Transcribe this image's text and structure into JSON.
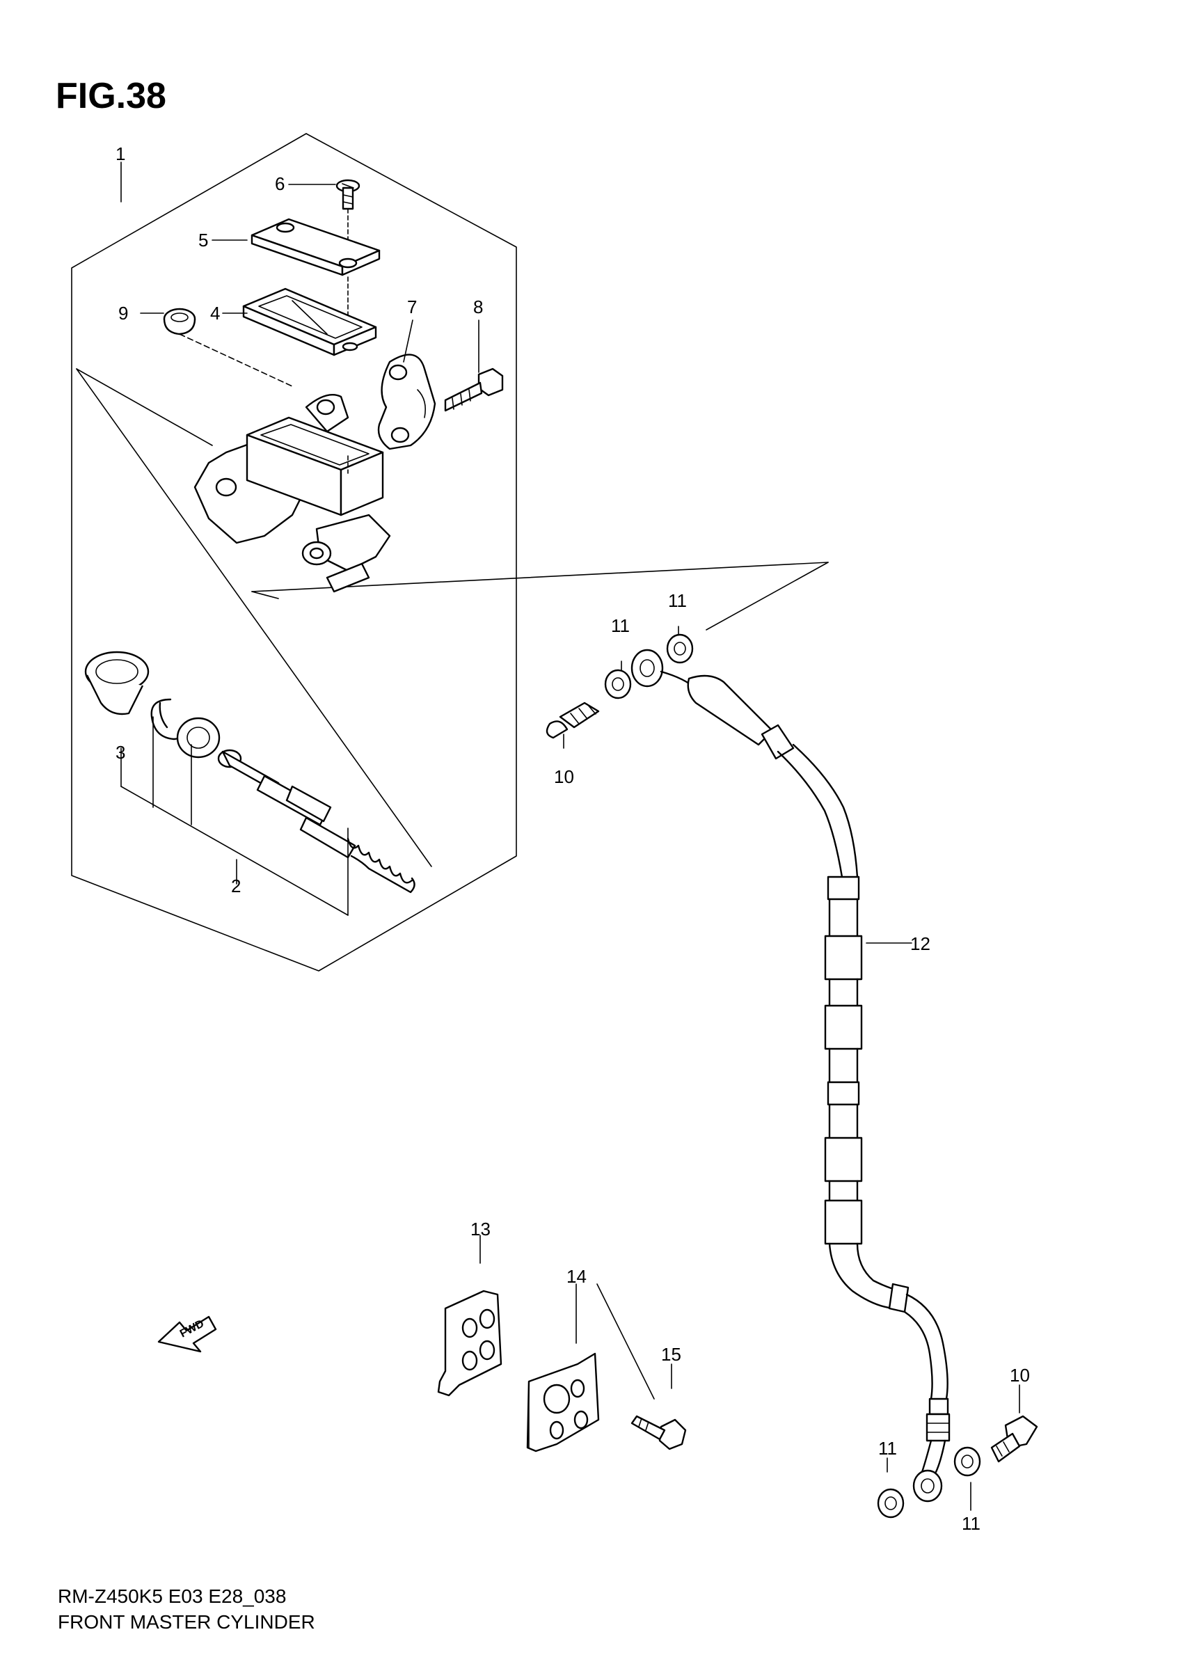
{
  "figure": {
    "title": "FIG.38",
    "model_code": "RM-Z450K5 E03 E28_038",
    "caption": "FRONT MASTER CYLINDER",
    "fwd_label": "FWD"
  },
  "callouts": {
    "c1": "1",
    "c2": "2",
    "c3": "3",
    "c4": "4",
    "c5": "5",
    "c6": "6",
    "c7": "7",
    "c8": "8",
    "c9": "9",
    "c10a": "10",
    "c10b": "10",
    "c11a": "11",
    "c11b": "11",
    "c11c": "11",
    "c11d": "11",
    "c12": "12",
    "c13": "13",
    "c14": "14",
    "c15": "15"
  }
}
